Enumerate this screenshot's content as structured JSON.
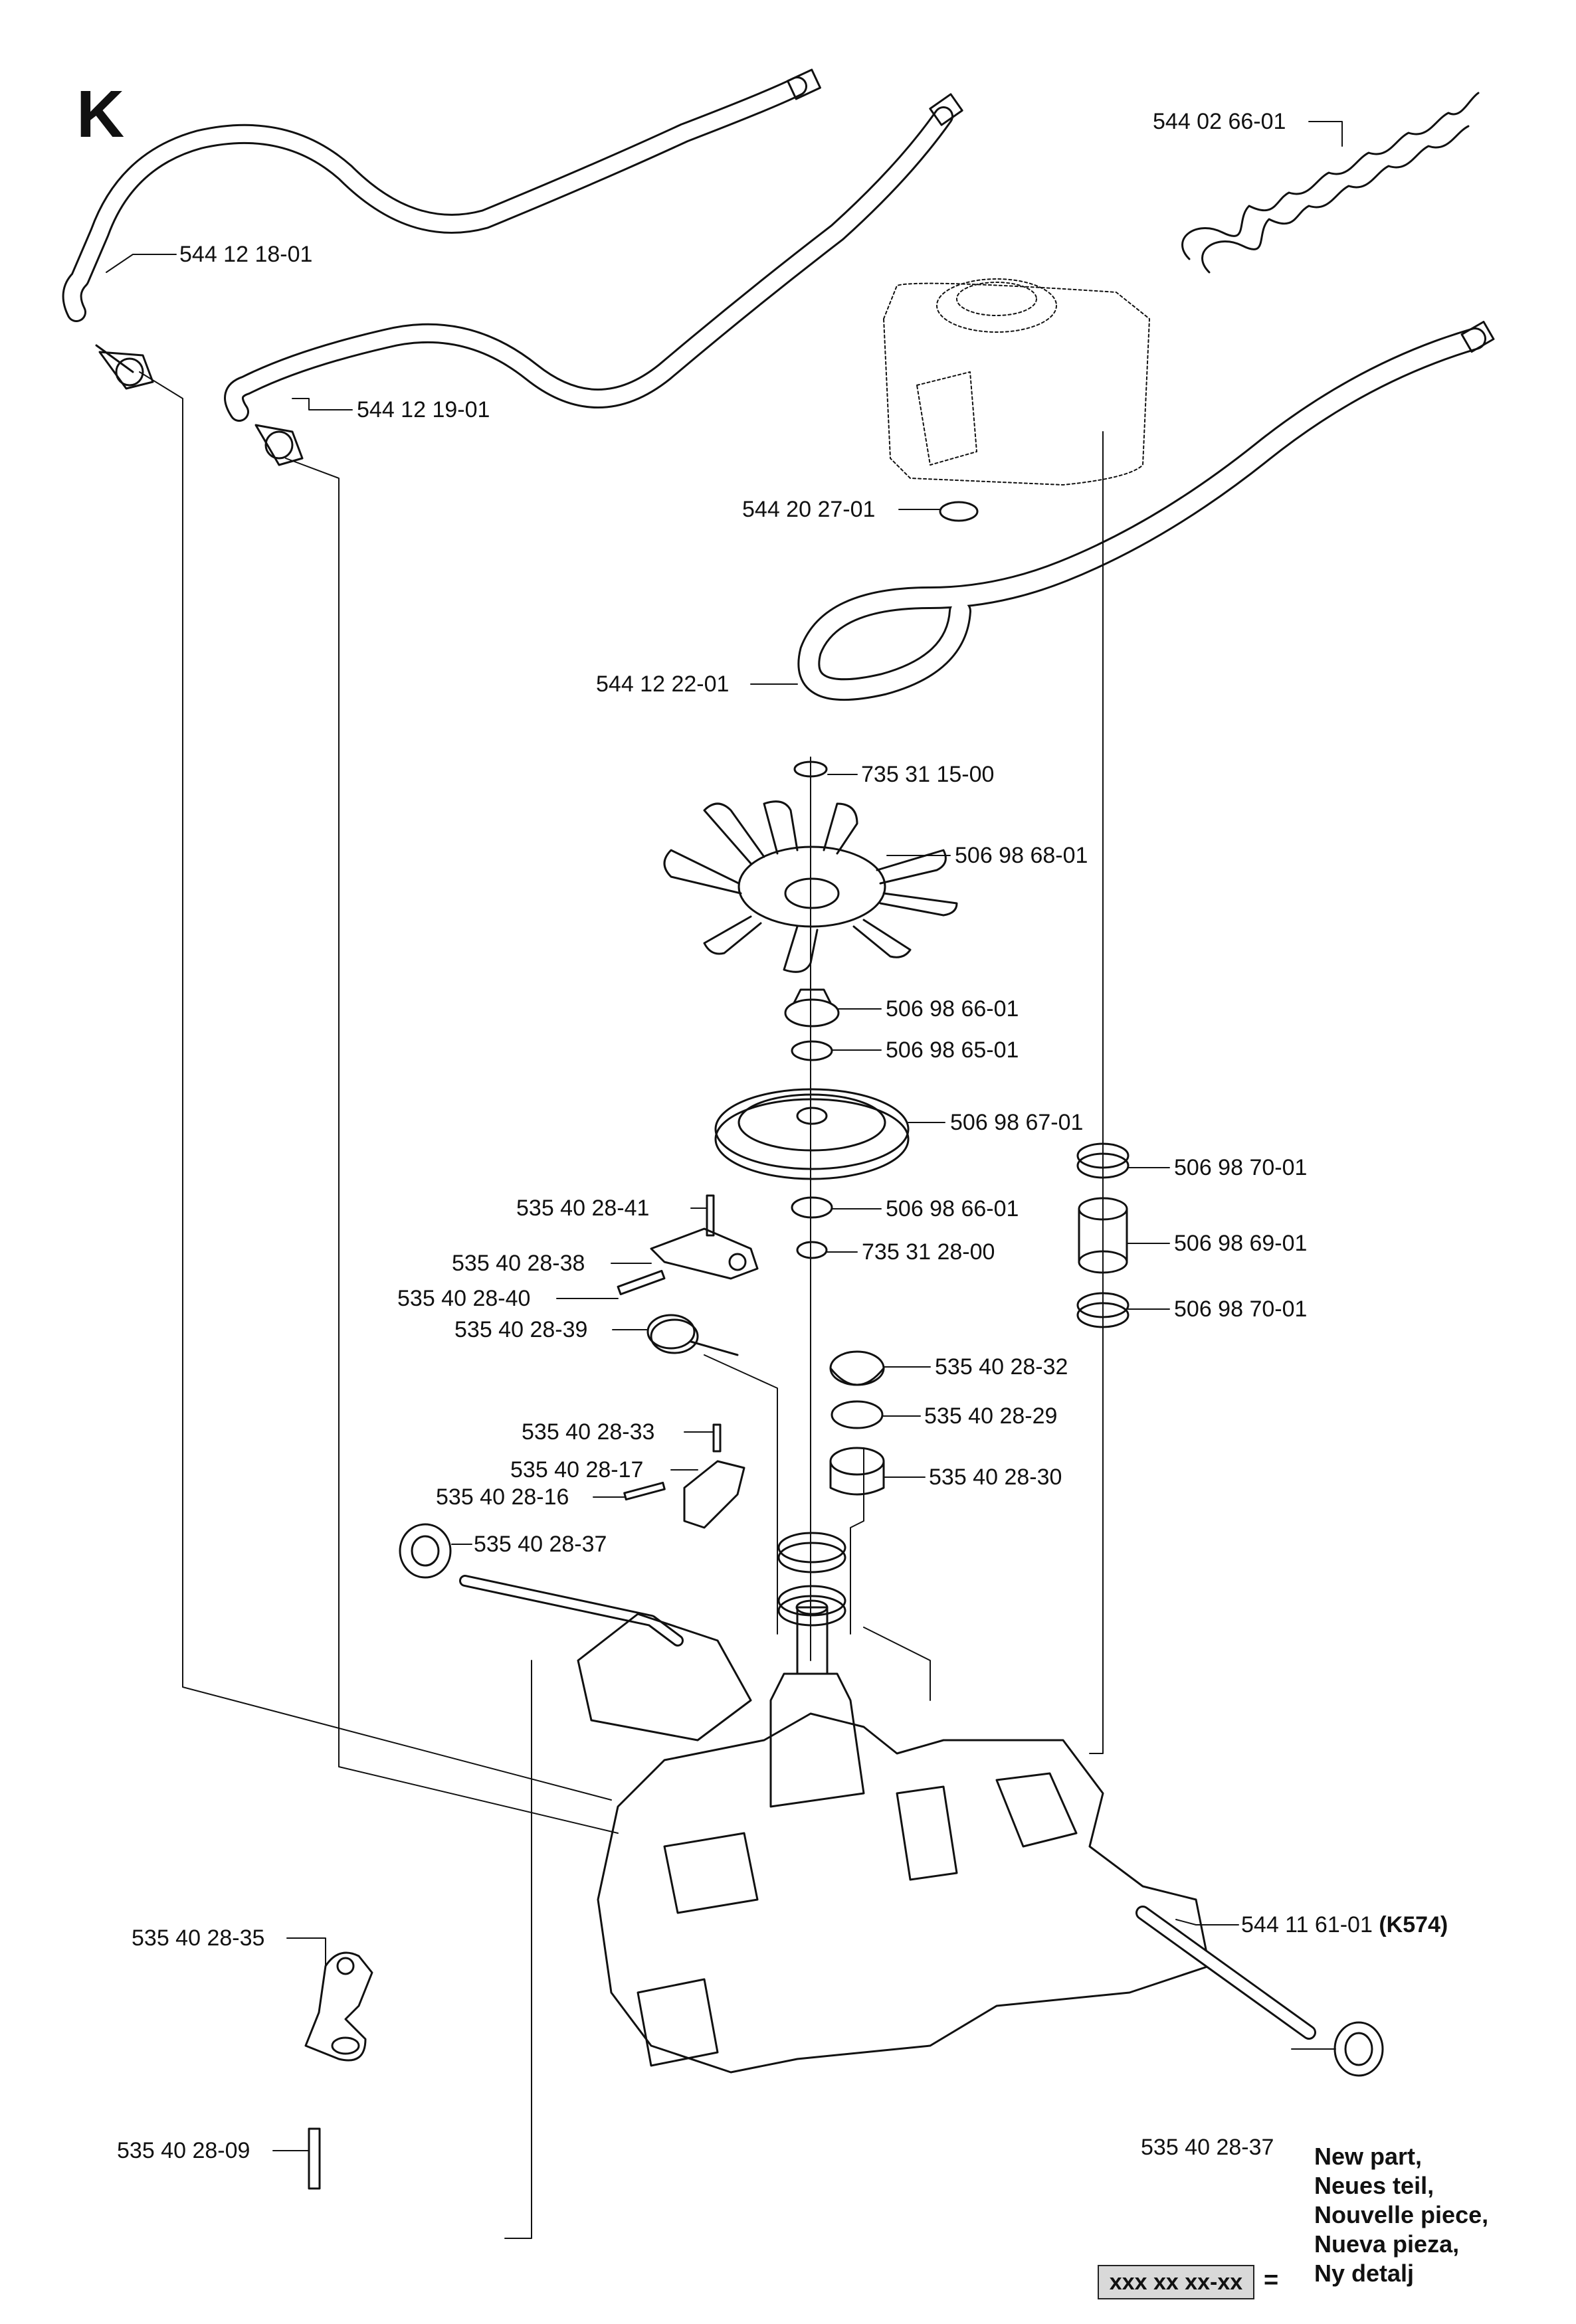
{
  "section": "K",
  "parts": {
    "p_544_02_66_01": "544 02 66-01",
    "p_544_12_18_01": "544 12 18-01",
    "p_544_12_19_01": "544 12 19-01",
    "p_544_20_27_01": "544 20 27-01",
    "p_544_12_22_01": "544 12 22-01",
    "p_735_31_15_00": "735 31 15-00",
    "p_506_98_68_01": "506 98 68-01",
    "p_506_98_66_01_a": "506 98 66-01",
    "p_506_98_65_01": "506 98 65-01",
    "p_506_98_67_01": "506 98 67-01",
    "p_506_98_70_01_a": "506 98 70-01",
    "p_535_40_28_41": "535 40 28-41",
    "p_506_98_66_01_b": "506 98 66-01",
    "p_506_98_69_01": "506 98 69-01",
    "p_535_40_28_38": "535 40 28-38",
    "p_735_31_28_00": "735 31 28-00",
    "p_535_40_28_40": "535 40 28-40",
    "p_506_98_70_01_b": "506 98 70-01",
    "p_535_40_28_39": "535 40 28-39",
    "p_535_40_28_32": "535 40 28-32",
    "p_535_40_28_29": "535 40 28-29",
    "p_535_40_28_33": "535 40 28-33",
    "p_535_40_28_30": "535 40 28-30",
    "p_535_40_28_17": "535 40 28-17",
    "p_535_40_28_16": "535 40 28-16",
    "p_535_40_28_37_a": "535 40 28-37",
    "p_544_11_61_01": "544 11 61-01",
    "p_544_11_61_01_note": "(K574)",
    "p_535_40_28_35": "535 40 28-35",
    "p_535_40_28_09": "535 40 28-09",
    "p_535_40_28_37_b": "535 40 28-37"
  },
  "legend": {
    "lines": [
      "New part,",
      "Neues teil,",
      "Nouvelle piece,",
      "Nueva pieza,",
      "Ny detalj"
    ],
    "key_box": "xxx xx xx-xx",
    "equals": "="
  }
}
